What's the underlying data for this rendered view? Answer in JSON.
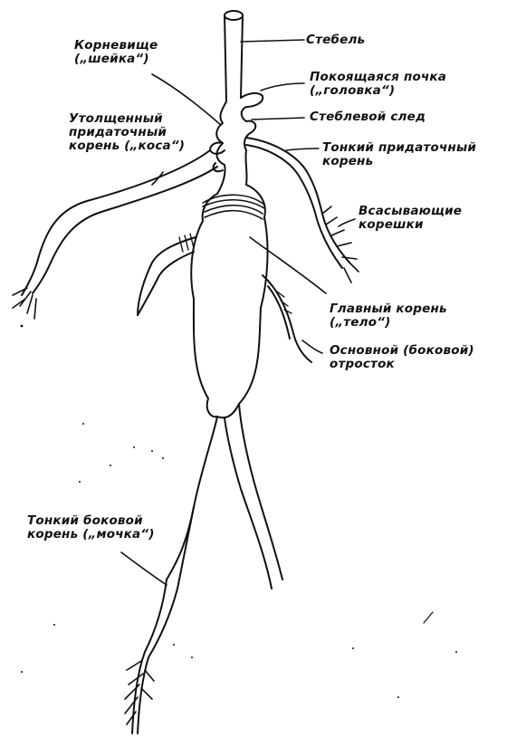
{
  "labels": {
    "stem": [
      "Стебель"
    ],
    "rhizome": [
      "Корневище",
      "(„шейка“)"
    ],
    "dormant_bud": [
      "Покоящаяся почка",
      "(„головка“)"
    ],
    "stem_scar": [
      "Стеблевой след"
    ],
    "thick_adventitious_root": [
      "Утолщенный",
      "придаточный",
      "корень („коса“)"
    ],
    "thin_adventitious_root": [
      "Тонкий придаточный",
      "корень"
    ],
    "absorbing_rootlets": [
      "Всасывающие",
      "корешки"
    ],
    "main_root": [
      "Главный корень",
      "(„тело“)"
    ],
    "main_lateral_branch": [
      "Основной (боковой)",
      "отросток"
    ],
    "thin_lateral_root": [
      "Тонкий боковой",
      "корень („мочка“)"
    ]
  },
  "colors": {
    "ink": "#111111",
    "paper": "#ffffff"
  }
}
